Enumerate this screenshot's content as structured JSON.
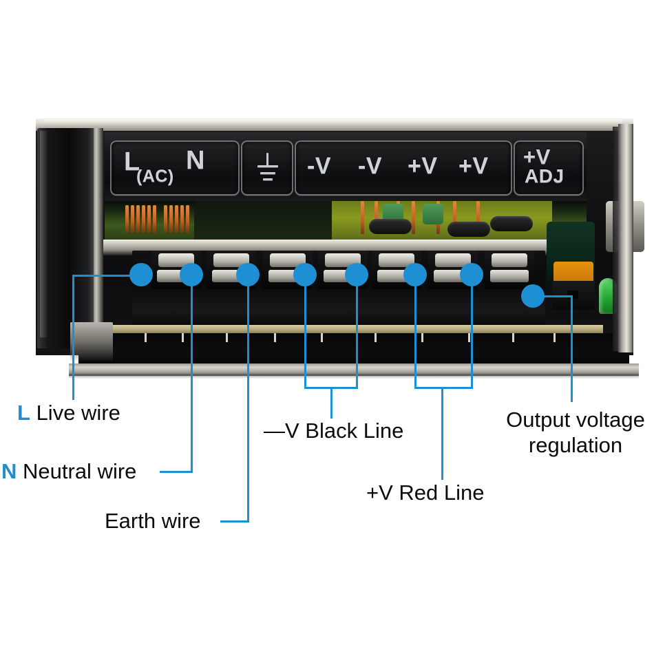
{
  "image": {
    "subject": "switching power supply terminal block annotated diagram",
    "background_color": "#ffffff",
    "accent_color": "#1f8fd4"
  },
  "device_labels": {
    "terminal_strip": [
      {
        "id": "ac-live",
        "text": "L",
        "sub": "(AC)"
      },
      {
        "id": "ac-neutral",
        "text": "N",
        "sub": ""
      },
      {
        "id": "earth",
        "text": "",
        "sub": "",
        "icon": "earth-ground-icon"
      },
      {
        "id": "neg-v-1",
        "text": "-V",
        "sub": ""
      },
      {
        "id": "neg-v-2",
        "text": "-V",
        "sub": ""
      },
      {
        "id": "pos-v-1",
        "text": "+V",
        "sub": ""
      },
      {
        "id": "pos-v-2",
        "text": "+V",
        "sub": ""
      },
      {
        "id": "v-adj",
        "text": "+V",
        "sub": "ADJ"
      }
    ],
    "engraved_groups": [
      {
        "glyphs": [
          "L",
          "N"
        ],
        "subscript": "(AC)"
      },
      {
        "glyphs": [
          "earth-ground-icon"
        ],
        "subscript": ""
      },
      {
        "glyphs": [
          "-V",
          "-V",
          "+V",
          "+V"
        ],
        "subscript": ""
      },
      {
        "glyphs": [
          "+V"
        ],
        "subscript": "ADJ"
      }
    ]
  },
  "annotations": [
    {
      "id": "live-wire",
      "key": "L",
      "label": "Live wire",
      "terminals": [
        1
      ]
    },
    {
      "id": "neutral-wire",
      "key": "N",
      "label": "Neutral wire",
      "terminals": [
        2
      ]
    },
    {
      "id": "earth-wire",
      "key": "",
      "label": "Earth wire",
      "terminals": [
        3
      ]
    },
    {
      "id": "neg-v-black",
      "key": "",
      "label": "—V Black Line",
      "terminals": [
        4,
        5
      ]
    },
    {
      "id": "pos-v-red",
      "key": "",
      "label": "+V Red Line",
      "terminals": [
        6,
        7
      ]
    },
    {
      "id": "output-voltage-regulation",
      "key": "",
      "label_line1": "Output voltage",
      "label_line2": "regulation",
      "terminals": [
        8
      ]
    }
  ],
  "markers": {
    "count": 8,
    "color": "#1f8fd4",
    "description": "blue circular callout dots on each terminal screw and the voltage trim potentiometer"
  }
}
